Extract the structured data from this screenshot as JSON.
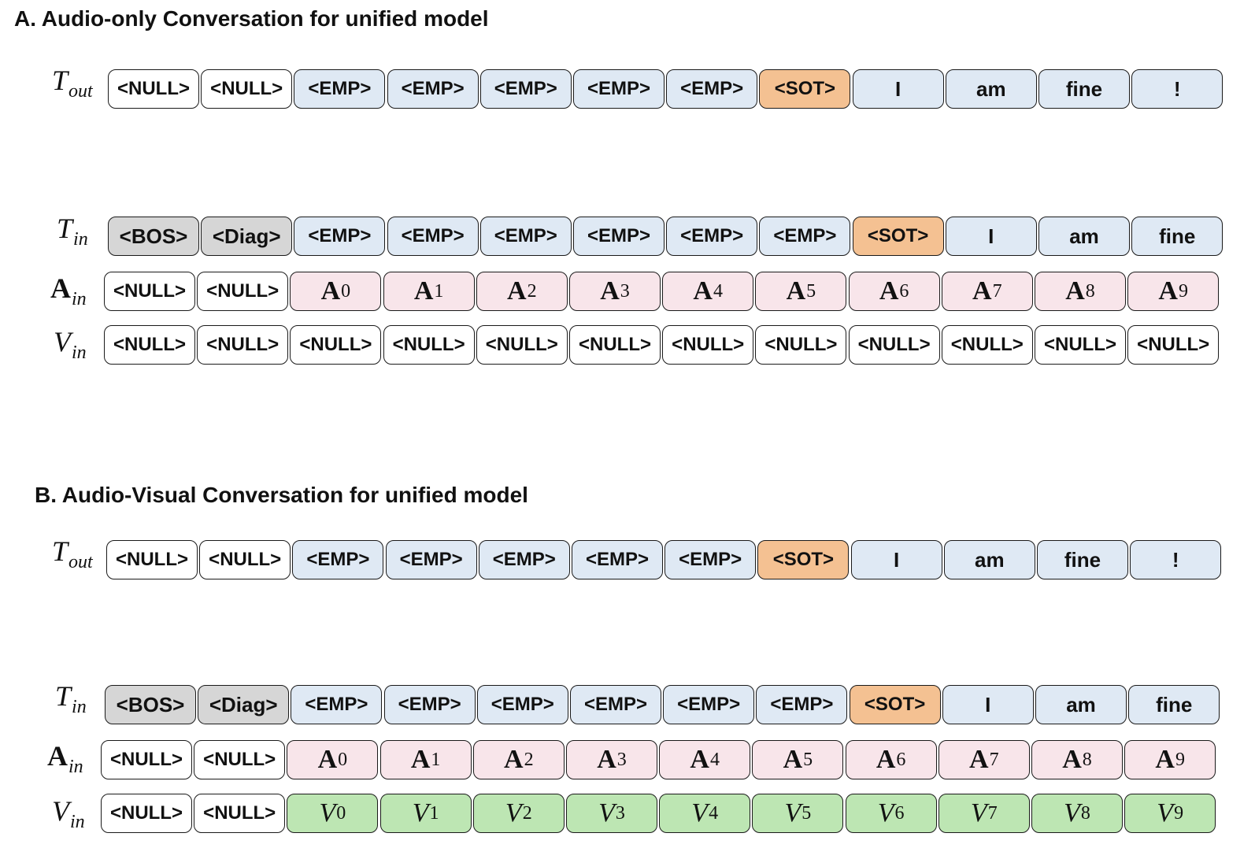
{
  "sections": [
    {
      "title": "A. Audio-only Conversation for unified model",
      "rows": [
        {
          "label_main": "T",
          "label_sub": "out",
          "label_style": "italic",
          "tokens": [
            {
              "text": "<NULL>",
              "kind": "null"
            },
            {
              "text": "<NULL>",
              "kind": "null"
            },
            {
              "text": "<EMP>",
              "kind": "emp"
            },
            {
              "text": "<EMP>",
              "kind": "emp"
            },
            {
              "text": "<EMP>",
              "kind": "emp"
            },
            {
              "text": "<EMP>",
              "kind": "emp"
            },
            {
              "text": "<EMP>",
              "kind": "emp"
            },
            {
              "text": "<SOT>",
              "kind": "sot"
            },
            {
              "text": "I",
              "kind": "word"
            },
            {
              "text": "am",
              "kind": "word"
            },
            {
              "text": "fine",
              "kind": "word"
            },
            {
              "text": "!",
              "kind": "word"
            }
          ]
        },
        {
          "label_main": "T",
          "label_sub": "in",
          "label_style": "italic",
          "tokens": [
            {
              "text": "<BOS>",
              "kind": "bos"
            },
            {
              "text": "<Diag>",
              "kind": "bos"
            },
            {
              "text": "<EMP>",
              "kind": "emp"
            },
            {
              "text": "<EMP>",
              "kind": "emp"
            },
            {
              "text": "<EMP>",
              "kind": "emp"
            },
            {
              "text": "<EMP>",
              "kind": "emp"
            },
            {
              "text": "<EMP>",
              "kind": "emp"
            },
            {
              "text": "<EMP>",
              "kind": "emp"
            },
            {
              "text": "<SOT>",
              "kind": "sot"
            },
            {
              "text": "I",
              "kind": "word"
            },
            {
              "text": "am",
              "kind": "word"
            },
            {
              "text": "fine",
              "kind": "word"
            }
          ]
        },
        {
          "label_main": "A",
          "label_sub": "in",
          "label_style": "bold",
          "tokens": [
            {
              "text": "<NULL>",
              "kind": "null"
            },
            {
              "text": "<NULL>",
              "kind": "null"
            },
            {
              "text": "A",
              "sub": "0",
              "kind": "audio"
            },
            {
              "text": "A",
              "sub": "1",
              "kind": "audio"
            },
            {
              "text": "A",
              "sub": "2",
              "kind": "audio"
            },
            {
              "text": "A",
              "sub": "3",
              "kind": "audio"
            },
            {
              "text": "A",
              "sub": "4",
              "kind": "audio"
            },
            {
              "text": "A",
              "sub": "5",
              "kind": "audio"
            },
            {
              "text": "A",
              "sub": "6",
              "kind": "audio"
            },
            {
              "text": "A",
              "sub": "7",
              "kind": "audio"
            },
            {
              "text": "A",
              "sub": "8",
              "kind": "audio"
            },
            {
              "text": "A",
              "sub": "9",
              "kind": "audio"
            }
          ]
        },
        {
          "label_main": "V",
          "label_sub": "in",
          "label_style": "italic",
          "tokens": [
            {
              "text": "<NULL>",
              "kind": "null"
            },
            {
              "text": "<NULL>",
              "kind": "null"
            },
            {
              "text": "<NULL>",
              "kind": "null"
            },
            {
              "text": "<NULL>",
              "kind": "null"
            },
            {
              "text": "<NULL>",
              "kind": "null"
            },
            {
              "text": "<NULL>",
              "kind": "null"
            },
            {
              "text": "<NULL>",
              "kind": "null"
            },
            {
              "text": "<NULL>",
              "kind": "null"
            },
            {
              "text": "<NULL>",
              "kind": "null"
            },
            {
              "text": "<NULL>",
              "kind": "null"
            },
            {
              "text": "<NULL>",
              "kind": "null"
            },
            {
              "text": "<NULL>",
              "kind": "null"
            }
          ]
        }
      ]
    },
    {
      "title": "B. Audio-Visual Conversation for unified model",
      "rows": [
        {
          "label_main": "T",
          "label_sub": "out",
          "label_style": "italic",
          "tokens": [
            {
              "text": "<NULL>",
              "kind": "null"
            },
            {
              "text": "<NULL>",
              "kind": "null"
            },
            {
              "text": "<EMP>",
              "kind": "emp"
            },
            {
              "text": "<EMP>",
              "kind": "emp"
            },
            {
              "text": "<EMP>",
              "kind": "emp"
            },
            {
              "text": "<EMP>",
              "kind": "emp"
            },
            {
              "text": "<EMP>",
              "kind": "emp"
            },
            {
              "text": "<SOT>",
              "kind": "sot"
            },
            {
              "text": "I",
              "kind": "word"
            },
            {
              "text": "am",
              "kind": "word"
            },
            {
              "text": "fine",
              "kind": "word"
            },
            {
              "text": "!",
              "kind": "word"
            }
          ]
        },
        {
          "label_main": "T",
          "label_sub": "in",
          "label_style": "italic",
          "tokens": [
            {
              "text": "<BOS>",
              "kind": "bos"
            },
            {
              "text": "<Diag>",
              "kind": "bos"
            },
            {
              "text": "<EMP>",
              "kind": "emp"
            },
            {
              "text": "<EMP>",
              "kind": "emp"
            },
            {
              "text": "<EMP>",
              "kind": "emp"
            },
            {
              "text": "<EMP>",
              "kind": "emp"
            },
            {
              "text": "<EMP>",
              "kind": "emp"
            },
            {
              "text": "<EMP>",
              "kind": "emp"
            },
            {
              "text": "<SOT>",
              "kind": "sot"
            },
            {
              "text": "I",
              "kind": "word"
            },
            {
              "text": "am",
              "kind": "word"
            },
            {
              "text": "fine",
              "kind": "word"
            }
          ]
        },
        {
          "label_main": "A",
          "label_sub": "in",
          "label_style": "bold",
          "tokens": [
            {
              "text": "<NULL>",
              "kind": "null"
            },
            {
              "text": "<NULL>",
              "kind": "null"
            },
            {
              "text": "A",
              "sub": "0",
              "kind": "audio"
            },
            {
              "text": "A",
              "sub": "1",
              "kind": "audio"
            },
            {
              "text": "A",
              "sub": "2",
              "kind": "audio"
            },
            {
              "text": "A",
              "sub": "3",
              "kind": "audio"
            },
            {
              "text": "A",
              "sub": "4",
              "kind": "audio"
            },
            {
              "text": "A",
              "sub": "5",
              "kind": "audio"
            },
            {
              "text": "A",
              "sub": "6",
              "kind": "audio"
            },
            {
              "text": "A",
              "sub": "7",
              "kind": "audio"
            },
            {
              "text": "A",
              "sub": "8",
              "kind": "audio"
            },
            {
              "text": "A",
              "sub": "9",
              "kind": "audio"
            }
          ]
        },
        {
          "label_main": "V",
          "label_sub": "in",
          "label_style": "italic",
          "tokens": [
            {
              "text": "<NULL>",
              "kind": "null"
            },
            {
              "text": "<NULL>",
              "kind": "null"
            },
            {
              "text": "V",
              "sub": "0",
              "kind": "video"
            },
            {
              "text": "V",
              "sub": "1",
              "kind": "video"
            },
            {
              "text": "V",
              "sub": "2",
              "kind": "video"
            },
            {
              "text": "V",
              "sub": "3",
              "kind": "video"
            },
            {
              "text": "V",
              "sub": "4",
              "kind": "video"
            },
            {
              "text": "V",
              "sub": "5",
              "kind": "video"
            },
            {
              "text": "V",
              "sub": "6",
              "kind": "video"
            },
            {
              "text": "V",
              "sub": "7",
              "kind": "video"
            },
            {
              "text": "V",
              "sub": "8",
              "kind": "video"
            },
            {
              "text": "V",
              "sub": "9",
              "kind": "video"
            }
          ]
        }
      ]
    }
  ]
}
